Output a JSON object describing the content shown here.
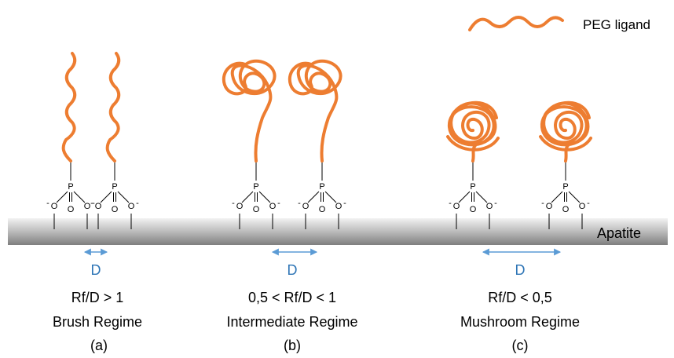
{
  "legend": {
    "label": "PEG ligand"
  },
  "surface": {
    "label": "Apatite"
  },
  "chemistry": {
    "phosphorus": "P",
    "oxygen": "O",
    "charge": "-"
  },
  "regimes": [
    {
      "distance": "D",
      "ratio": "Rf/D > 1",
      "name": "Brush Regime",
      "tag": "(a)"
    },
    {
      "distance": "D",
      "ratio": "0,5 < Rf/D < 1",
      "name": "Intermediate Regime",
      "tag": "(b)"
    },
    {
      "distance": "D",
      "ratio": "Rf/D < 0,5",
      "name": "Mushroom Regime",
      "tag": "(c)"
    }
  ],
  "colors": {
    "peg": "#ed7d31",
    "spacing_arrow": "#5b9bd5",
    "distance_label": "#2e75b6",
    "surface_top": "#f2f2f2",
    "surface_bottom": "#7f7f7f"
  }
}
